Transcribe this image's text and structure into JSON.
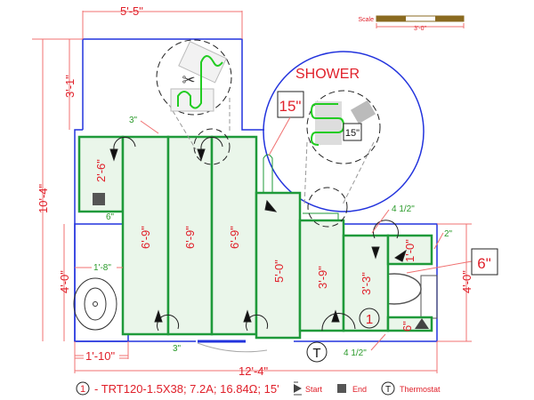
{
  "scale": {
    "label": "Scale",
    "length": "3'-0\""
  },
  "dimensions": {
    "top_width": "5'-5\"",
    "top_height": "3'-1\"",
    "total_height": "10'-4\"",
    "left_lower_height": "4'-0\"",
    "right_lower_height": "4'-0\"",
    "total_width": "12'-4\"",
    "vanity_width": "1'-10\"",
    "sink_width": "1'-8\"",
    "gap_top": "3\"",
    "gap_bottom": "3\"",
    "gap_left": "6\"",
    "gap_right_top": "4 1/2\"",
    "gap_right_bottom": "4 1/2\"",
    "gap_toilet": "2\"",
    "toilet_clearance": "6\""
  },
  "strips": [
    "2'-6\"",
    "6'-9\"",
    "6'-9\"",
    "6'-9\"",
    "5'-0\"",
    "3'-9\"",
    "3'-3\"",
    "1'-0\"",
    "6\""
  ],
  "shower": {
    "label": "SHOWER",
    "spacing_callout": "15\"",
    "detail_spacing": "15\""
  },
  "cable_marker": "1",
  "thermostat_symbol": "T",
  "legend": {
    "cable_id": "1",
    "cable_spec": "- TRT120-1.5X38; 7.2A; 16.84Ω; 15'",
    "start": "Start",
    "end": "End",
    "thermostat_symbol": "T",
    "thermostat": "Thermostat"
  },
  "colors": {
    "wall": "#2233dd",
    "cable": "#1f9a3a",
    "dimension": "#e0202a"
  }
}
